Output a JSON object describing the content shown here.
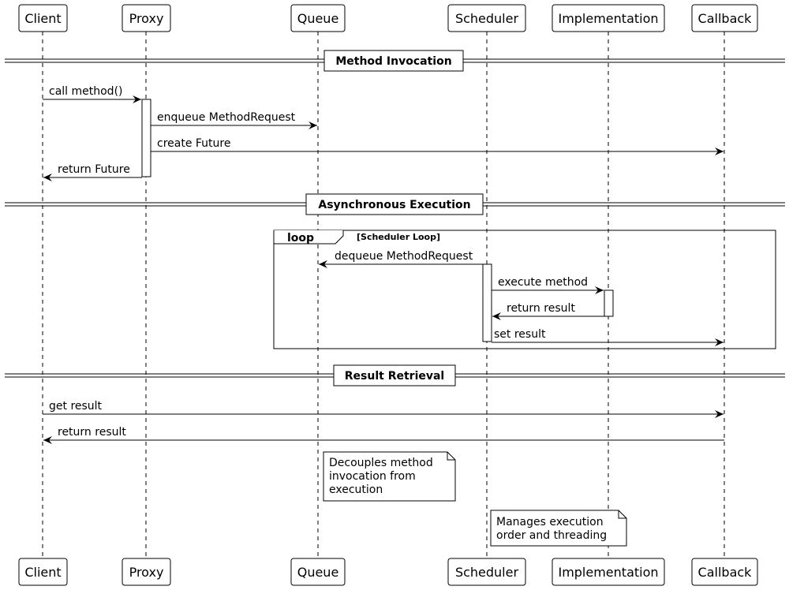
{
  "participants": [
    "Client",
    "Proxy",
    "Queue",
    "Scheduler",
    "Implementation",
    "Callback"
  ],
  "sections": {
    "invocation": "Method Invocation",
    "async": "Asynchronous Execution",
    "retrieval": "Result Retrieval"
  },
  "loop": {
    "keyword": "loop",
    "condition": "[Scheduler Loop]"
  },
  "messages": {
    "call_method": "call method()",
    "enqueue": "enqueue MethodRequest",
    "create_future": "create Future",
    "return_future": "return Future",
    "dequeue": "dequeue MethodRequest",
    "execute_method": "execute method",
    "return_result_impl": "return result",
    "set_result": "set result",
    "get_result": "get result",
    "return_result_client": "return result"
  },
  "notes": {
    "queue_note": [
      "Decouples method",
      "invocation from",
      "execution"
    ],
    "scheduler_note": [
      "Manages execution",
      "order and threading"
    ]
  }
}
